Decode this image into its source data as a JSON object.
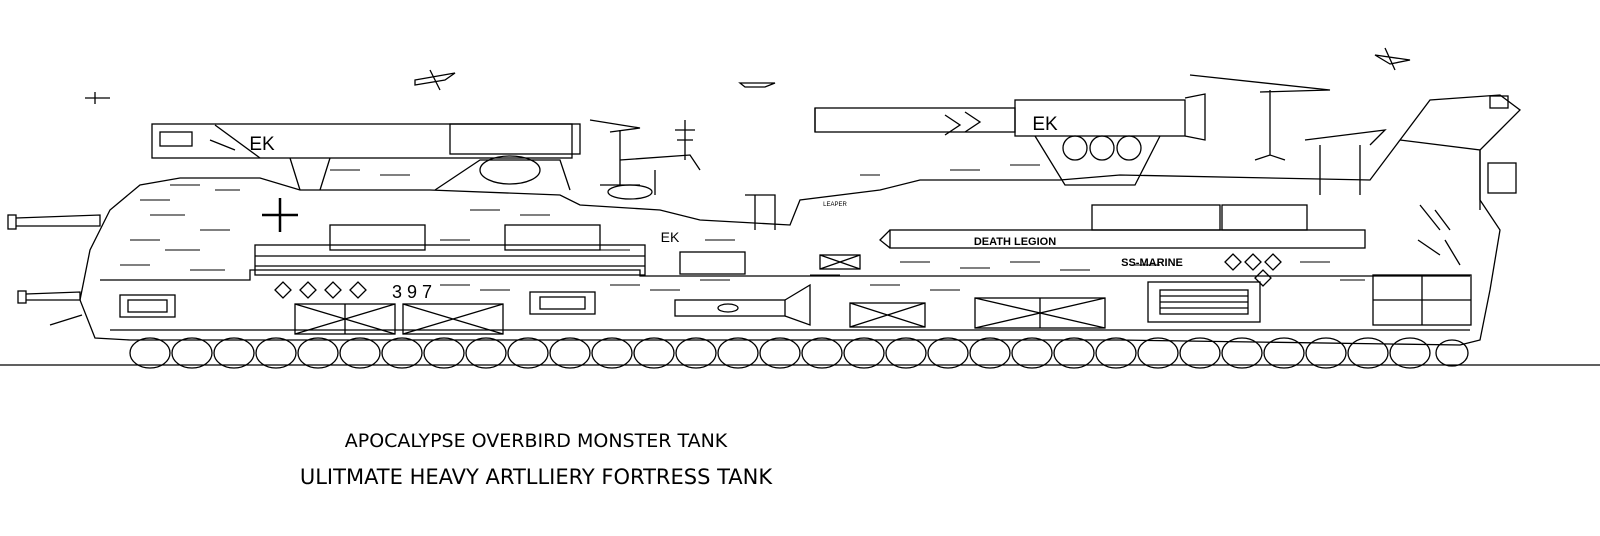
{
  "drawing": {
    "hull_marking": "DEATH LEGION",
    "hull_marking_2": "SS-MARINE",
    "turret_marking_left": "EK",
    "turret_marking_right": "EK",
    "side_marking_small": "EK",
    "hull_number": "3 9 7",
    "small_label": "LEAPER",
    "stroke_color": "#000000",
    "background_color": "#ffffff"
  },
  "captions": {
    "line1": "APOCALYPSE OVERBIRD MONSTER TANK",
    "line2": "ULITMATE HEAVY ARTLLIERY FORTRESS TANK"
  }
}
